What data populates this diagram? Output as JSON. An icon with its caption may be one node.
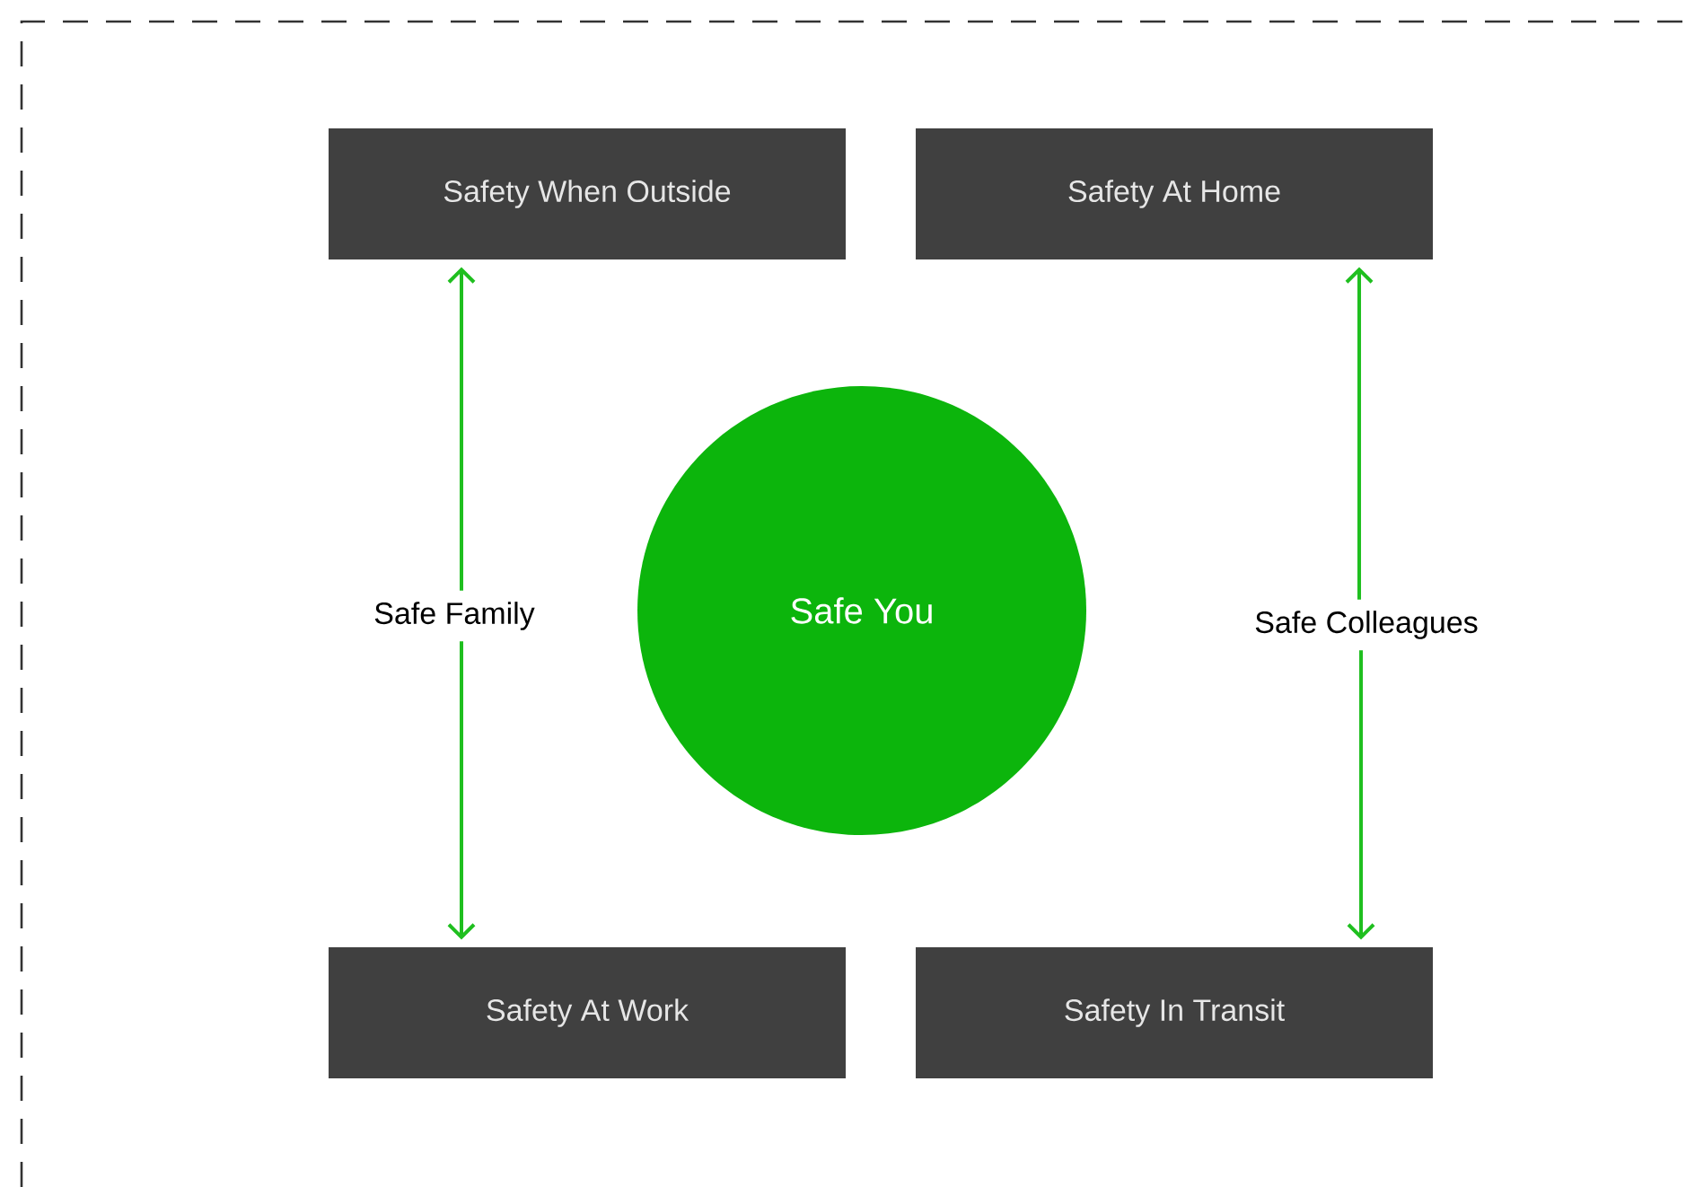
{
  "diagram": {
    "nodes": [
      {
        "text": [
          "Safety When Outside"
        ]
      },
      {
        "text": [
          "Safety At Home"
        ]
      },
      {
        "text": [
          "Safe Family"
        ]
      },
      {
        "text": [
          "Safe You"
        ]
      },
      {
        "text": [
          "Safe Colleagues"
        ]
      },
      {
        "text": [
          "Safety At Work"
        ]
      },
      {
        "text": [
          "Safety In Transit"
        ]
      }
    ],
    "edges": [
      {
        "from": 2,
        "to": 0,
        "arrow": "to"
      },
      {
        "from": 2,
        "to": 5,
        "arrow": "to"
      },
      {
        "from": 4,
        "to": 1,
        "arrow": "to"
      },
      {
        "from": 4,
        "to": 6,
        "arrow": "to"
      }
    ]
  }
}
